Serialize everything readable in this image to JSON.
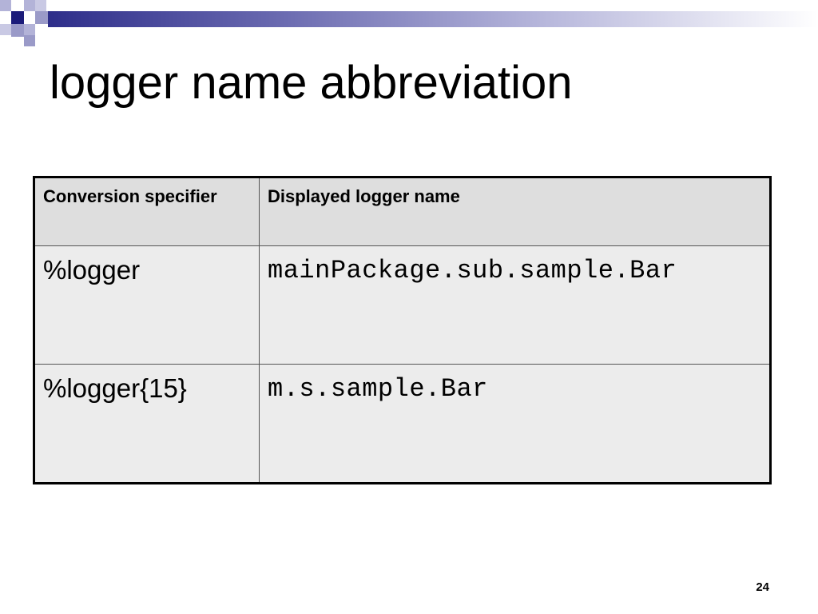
{
  "slide": {
    "title": "logger name abbreviation",
    "page_number": "24"
  },
  "table": {
    "headers": [
      "Conversion specifier",
      "Displayed logger name"
    ],
    "rows": [
      {
        "specifier": "%logger",
        "displayed": "mainPackage.sub.sample.Bar"
      },
      {
        "specifier": "%logger{15}",
        "displayed": "m.s.sample.Bar"
      }
    ]
  },
  "colors": {
    "accent_dark": "#1c1c7a",
    "accent_light": "#9a9ac8",
    "header_bg": "#dedede",
    "cell_bg": "#ececec"
  }
}
